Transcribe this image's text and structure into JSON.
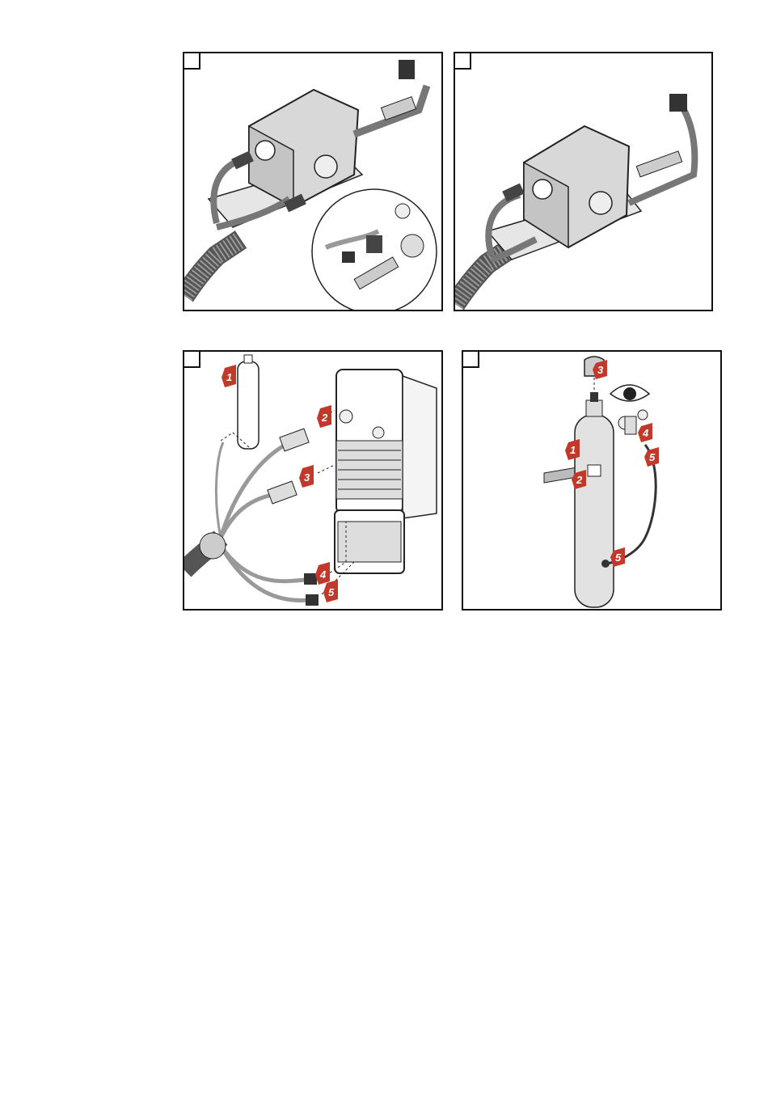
{
  "panels": [
    {
      "id": "panel-1",
      "step_box": "",
      "callouts": []
    },
    {
      "id": "panel-2",
      "step_box": "",
      "callouts": []
    },
    {
      "id": "panel-3",
      "step_box": "",
      "callouts": [
        "1",
        "2",
        "3",
        "4",
        "5"
      ]
    },
    {
      "id": "panel-4",
      "step_box": "",
      "callouts": [
        "1",
        "2",
        "3",
        "4",
        "5",
        "5"
      ]
    }
  ],
  "colors": {
    "callout": "#c0392b",
    "line": "#222222",
    "hose_gray": "#9a9a9a",
    "light_gray": "#d8d8d8"
  }
}
